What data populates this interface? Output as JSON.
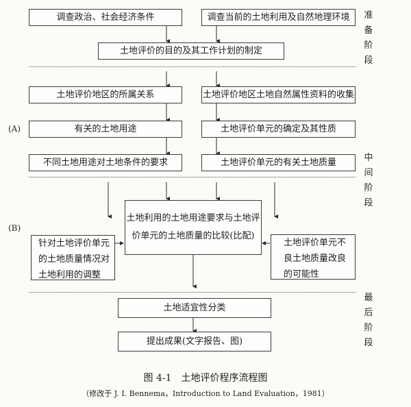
{
  "figure": {
    "caption": "图 4-1　土地评价程序流程图",
    "source_note": "（修改于 J. I. Bennema，Introduction to Land Evaluation，1981）"
  },
  "stages": {
    "preparation": [
      "准",
      "备",
      "阶",
      "段"
    ],
    "middle": [
      "中",
      "间",
      "阶",
      "段"
    ],
    "final": [
      "最",
      "后",
      "阶",
      "段"
    ]
  },
  "section_tags": {
    "a": "(A)",
    "b": "(B)"
  },
  "boxes": {
    "survey_political": "调查政治、社会经济条件",
    "survey_landuse": "调查当前的土地利用及自然地理环境",
    "purpose_plan": "土地评价的目的及其工作计划的制定",
    "region_relations": "土地评价地区的所属关系",
    "natural_data": "土地评价地区土地自然属性资料的收集",
    "relevant_uses": "有关的土地用途",
    "unit_definition": "土地评价单元的确定及其性质",
    "use_requirements": "不同土地用途对土地条件的要求",
    "unit_quality": "土地评价单元的有关土地质量",
    "comparison": [
      "土地利用的土地用途要求与土地评",
      "价单元的土地质量的比较(比配)"
    ],
    "adjustment": [
      "针对土地评价单元",
      "的土地质量情况对",
      "土地利用的调整"
    ],
    "improvement": [
      "土地评价单元不",
      "良土地质量改良",
      "的可能性"
    ],
    "suitability": "土地适宜性分类",
    "results": "提出成果(文字报告、图)"
  }
}
